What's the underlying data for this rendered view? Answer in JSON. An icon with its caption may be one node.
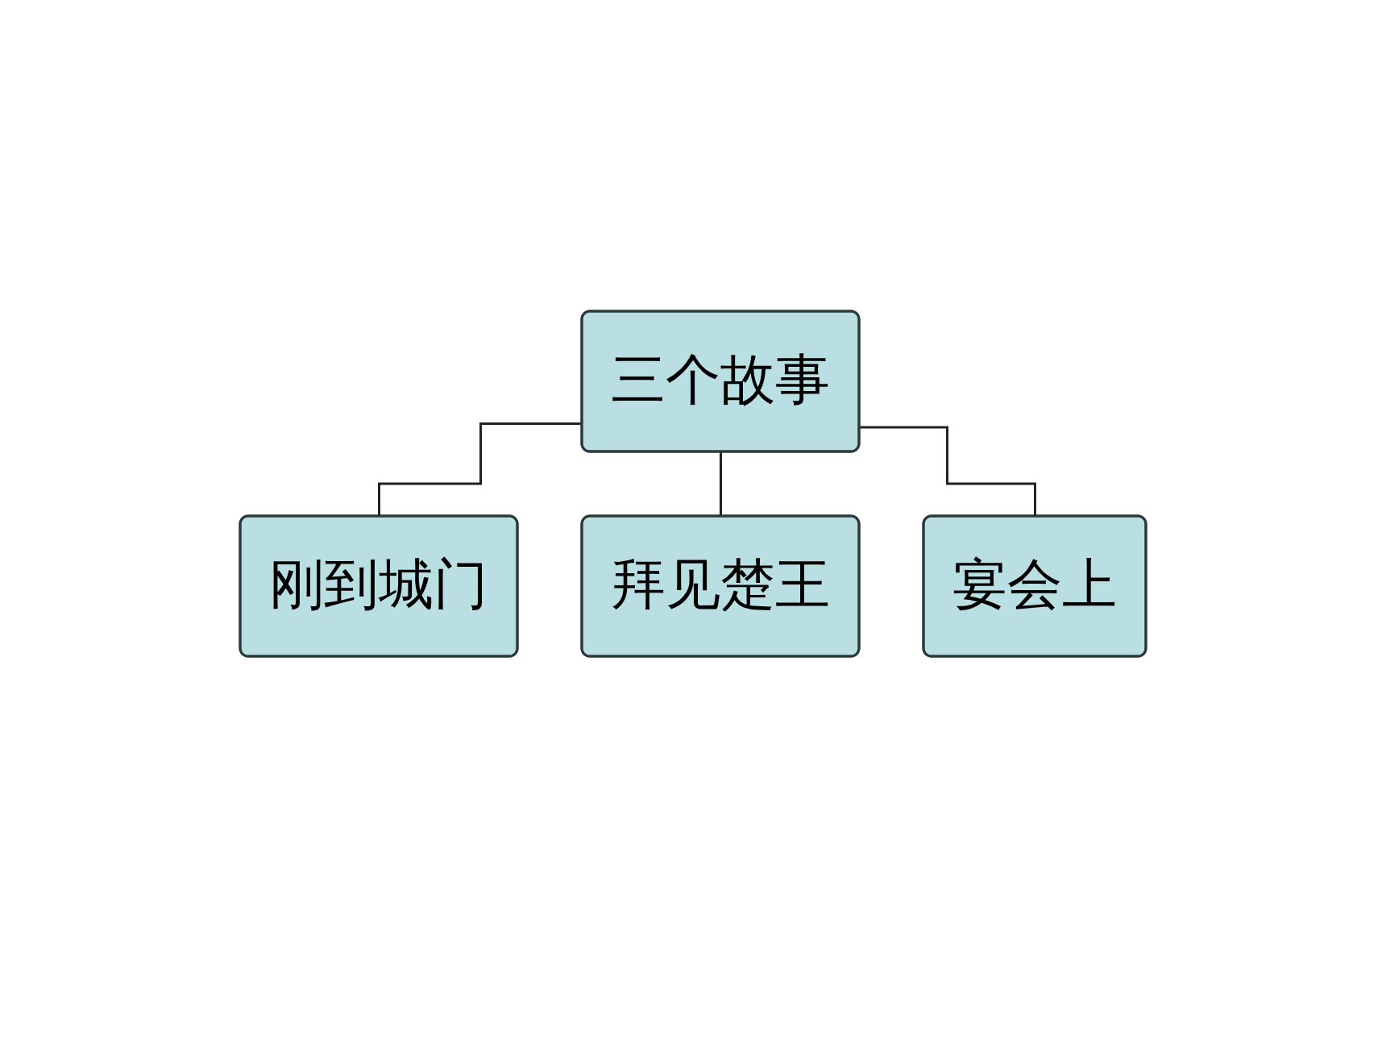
{
  "diagram": {
    "nodes": [
      {
        "text": [
          "三个故事"
        ]
      },
      {
        "text": [
          "刚到城门"
        ]
      },
      {
        "text": [
          "拜见楚王"
        ]
      },
      {
        "text": [
          "宴会上"
        ]
      }
    ],
    "edges": [
      {
        "from": 0,
        "to": 1,
        "arrow": "none"
      },
      {
        "from": 0,
        "to": 2,
        "arrow": "none"
      },
      {
        "from": 0,
        "to": 3,
        "arrow": "none"
      }
    ]
  }
}
